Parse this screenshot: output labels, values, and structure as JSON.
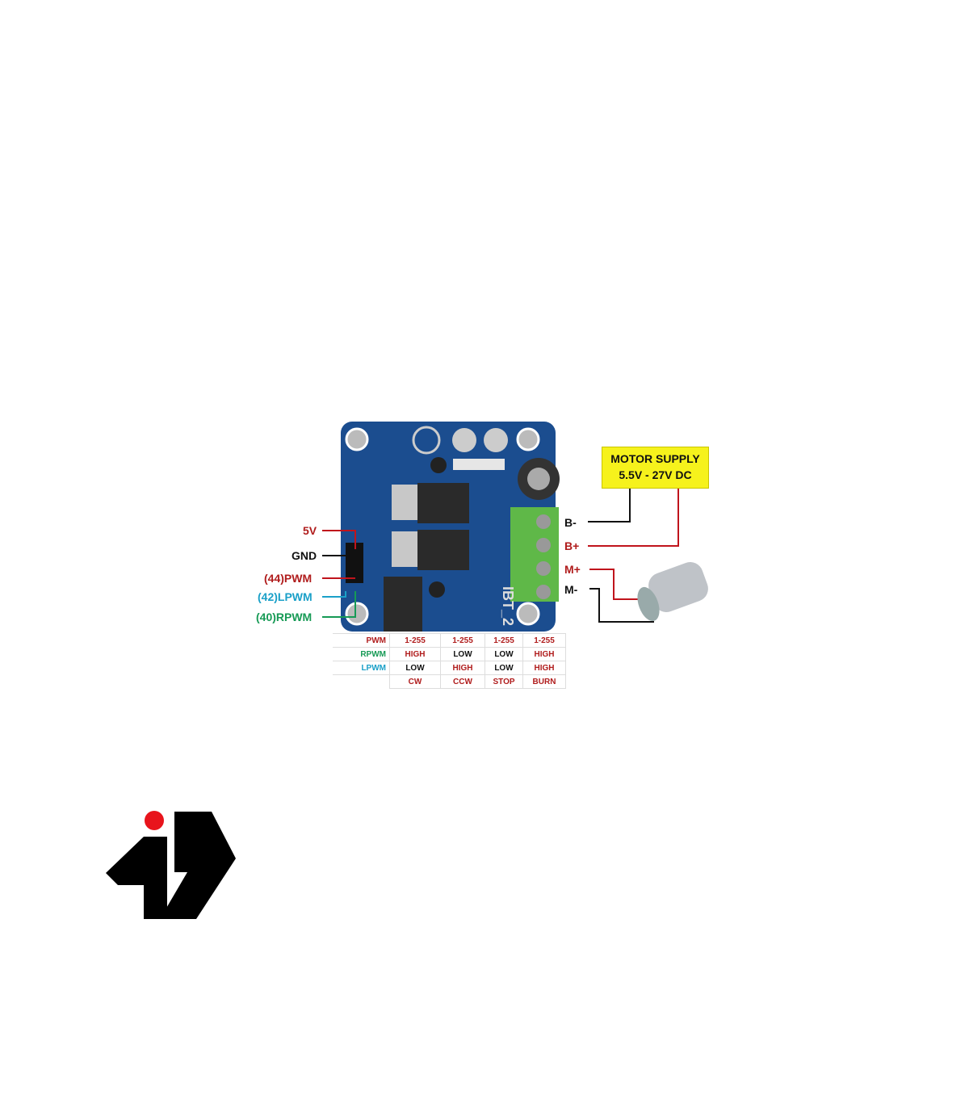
{
  "pins": {
    "v5": "5V",
    "gnd": "GND",
    "pwm": "(44)PWM",
    "lpwm": "(42)LPWM",
    "rpwm": "(40)RPWM"
  },
  "terminals": {
    "b_minus": "B-",
    "b_plus": "B+",
    "m_plus": "M+",
    "m_minus": "M-"
  },
  "supply": {
    "line1": "MOTOR SUPPLY",
    "line2": "5.5V - 27V DC"
  },
  "board": {
    "name": "IBT_2"
  },
  "table": {
    "rows": [
      {
        "label": "PWM",
        "cells": [
          "1-255",
          "1-255",
          "1-255",
          "1-255"
        ]
      },
      {
        "label": "RPWM",
        "cells": [
          "HIGH",
          "LOW",
          "LOW",
          "HIGH"
        ]
      },
      {
        "label": "LPWM",
        "cells": [
          "LOW",
          "HIGH",
          "LOW",
          "HIGH"
        ]
      },
      {
        "label": "",
        "cells": [
          "CW",
          "CCW",
          "STOP",
          "BURN"
        ]
      }
    ]
  },
  "colors": {
    "board": "#1b4d8f",
    "terminal": "#5fb848",
    "supply": "#f6f21c",
    "red": "#b01c1c",
    "logo_dot": "#e8141c"
  }
}
